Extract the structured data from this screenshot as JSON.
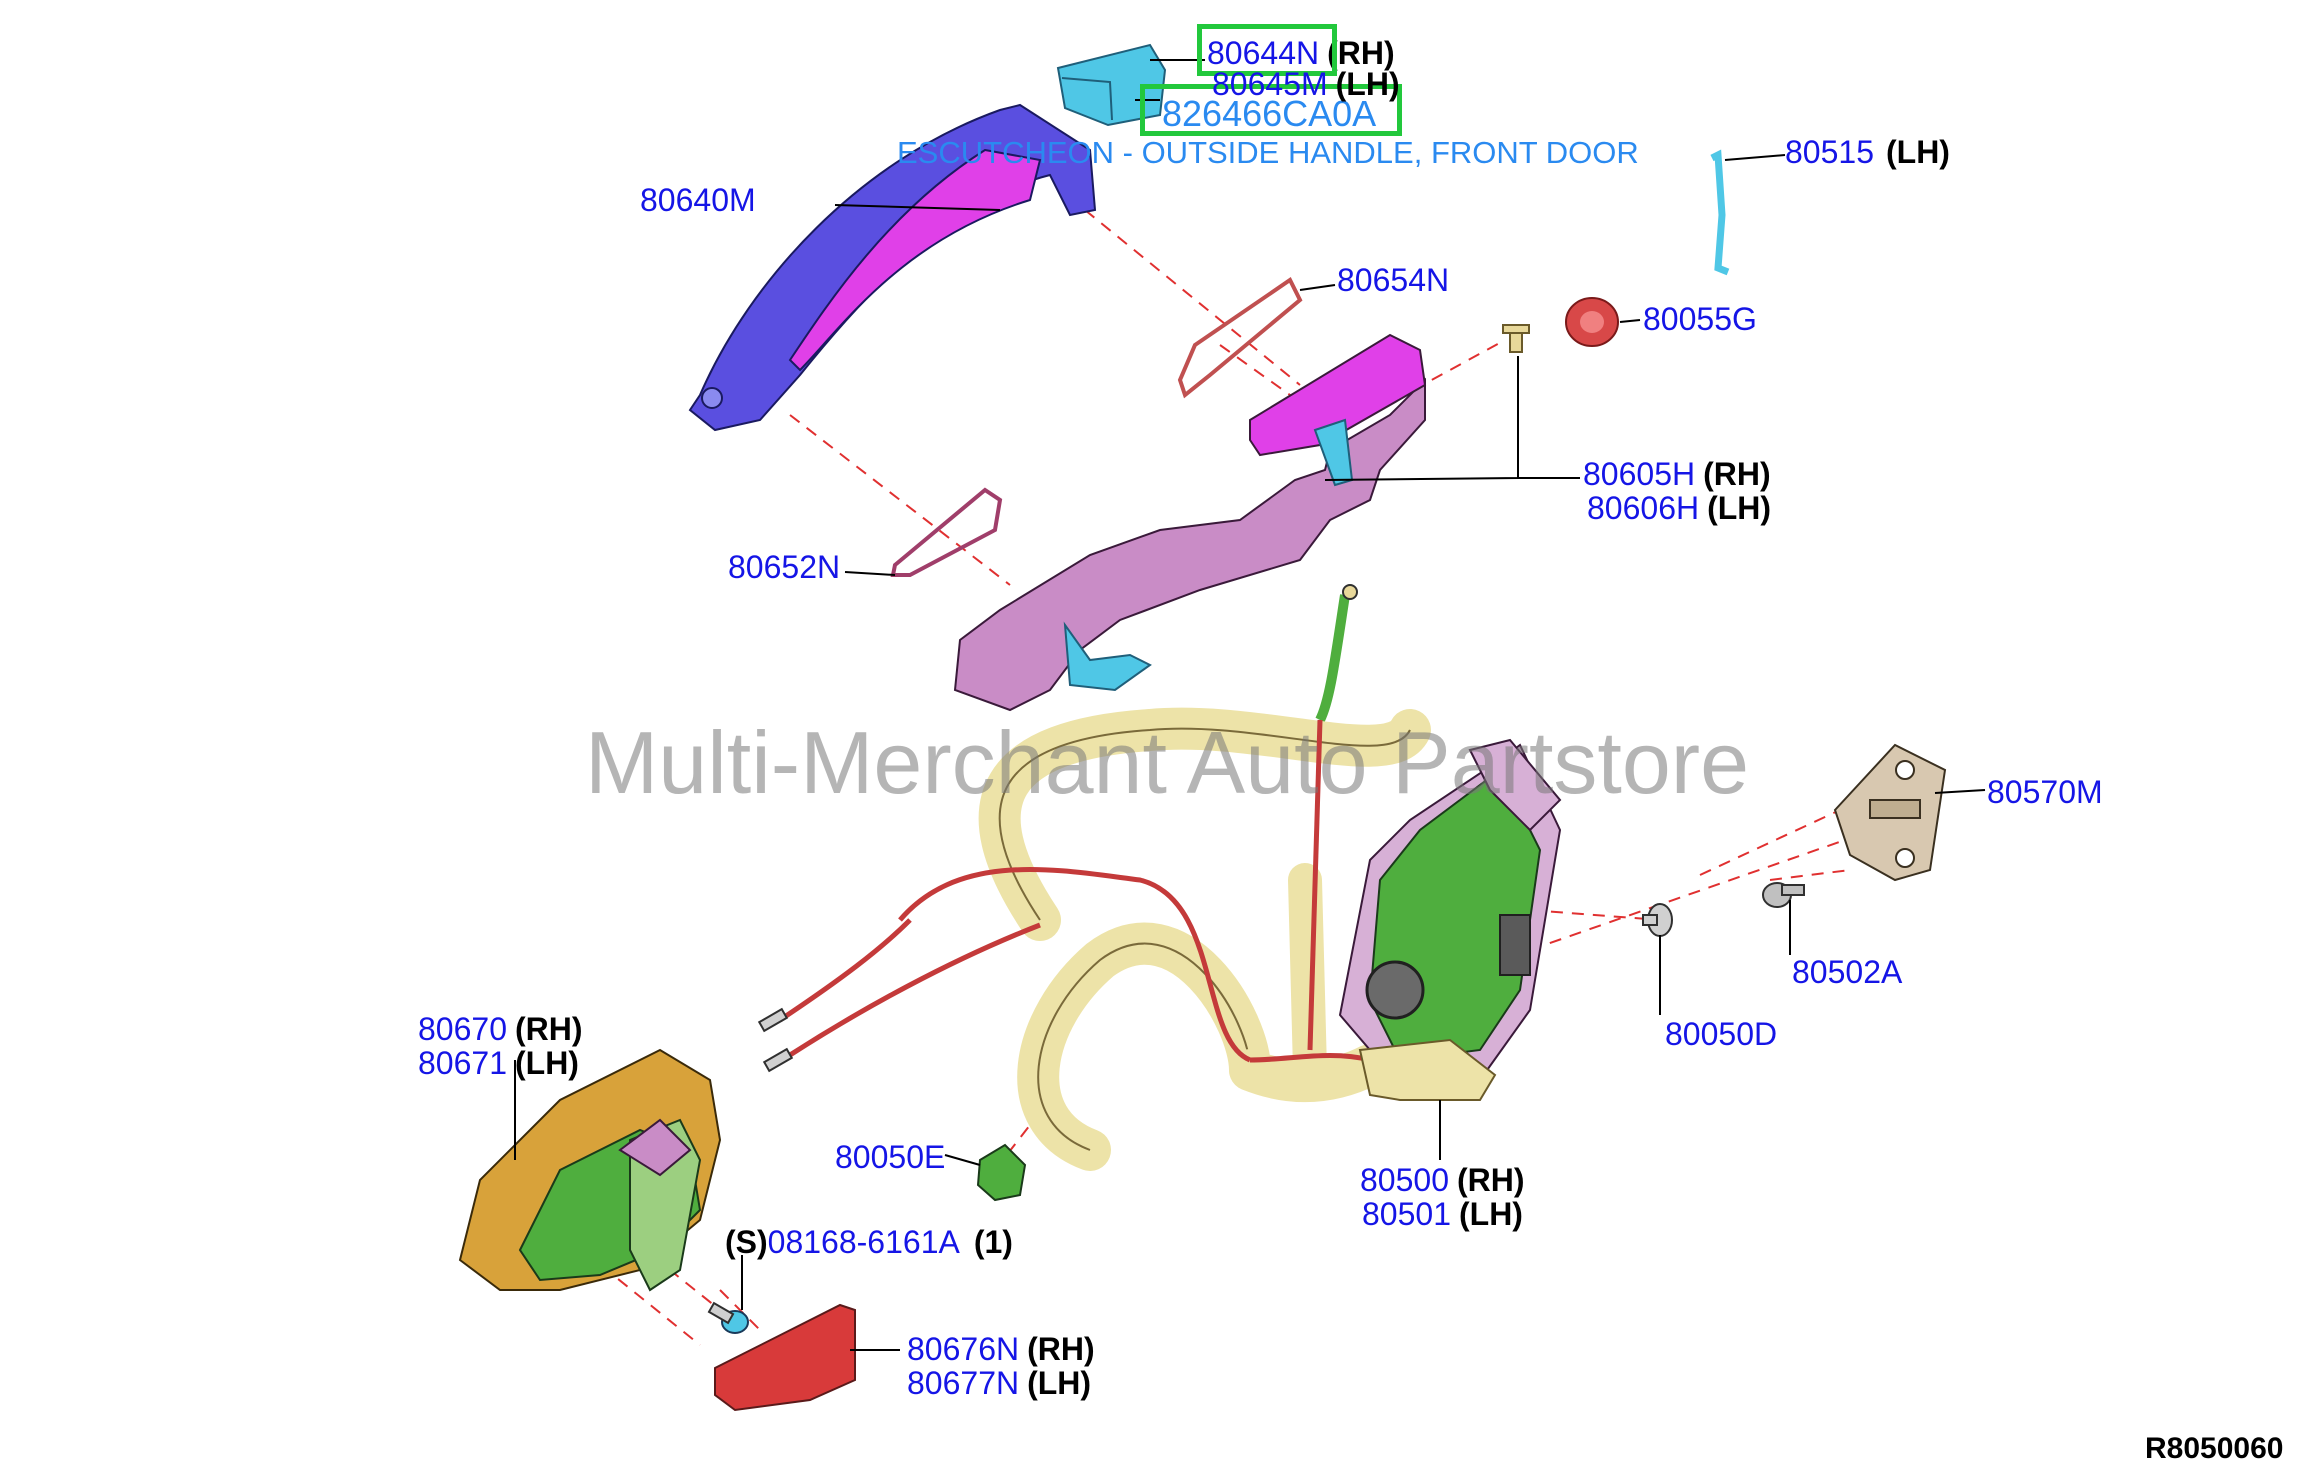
{
  "watermark": "Multi-Merchant Auto Partstore",
  "diagram_code": "R8050060",
  "highlight": {
    "part_number": "826466CA0A",
    "description": "ESCUTCHEON - OUTSIDE HANDLE, FRONT DOOR"
  },
  "labels": {
    "p80644N": {
      "part": "80644N",
      "side": "(RH)"
    },
    "p80645M": {
      "part": "80645M",
      "side": "(LH)"
    },
    "p80515": {
      "part": "80515",
      "side": "(LH)"
    },
    "p80640M": {
      "part": "80640M"
    },
    "p80654N": {
      "part": "80654N"
    },
    "p80055G": {
      "part": "80055G"
    },
    "p80605H": {
      "part": "80605H",
      "side": "(RH)"
    },
    "p80606H": {
      "part": "80606H",
      "side": "(LH)"
    },
    "p80652N": {
      "part": "80652N"
    },
    "p80570M": {
      "part": "80570M"
    },
    "p80502A": {
      "part": "80502A"
    },
    "p80050D": {
      "part": "80050D"
    },
    "p80670": {
      "part": "80670",
      "side": "(RH)"
    },
    "p80671": {
      "part": "80671",
      "side": "(LH)"
    },
    "p80050E": {
      "part": "80050E"
    },
    "p80500": {
      "part": "80500",
      "side": "(RH)"
    },
    "p80501": {
      "part": "80501",
      "side": "(LH)"
    },
    "p08168": {
      "prefix": "(S)",
      "part": "08168-6161A",
      "qty": "(1)"
    },
    "p80676N": {
      "part": "80676N",
      "side": "(RH)"
    },
    "p80677N": {
      "part": "80677N",
      "side": "(LH)"
    }
  },
  "colors": {
    "label_blue": "#1515e6",
    "highlight_green": "#22c83c",
    "handle_blue": "#5a4fe0",
    "bracket_pink": "#c98cc6",
    "magenta": "#e040e8",
    "cyan": "#4fc7e6",
    "latch_green": "#4fae3e",
    "cable_sheath": "#ede3a8",
    "cable_red": "#c43a3a",
    "inner_handle_orange": "#d8a23a",
    "cover_red": "#d83a3a",
    "striker_tan": "#d8c8b0"
  }
}
